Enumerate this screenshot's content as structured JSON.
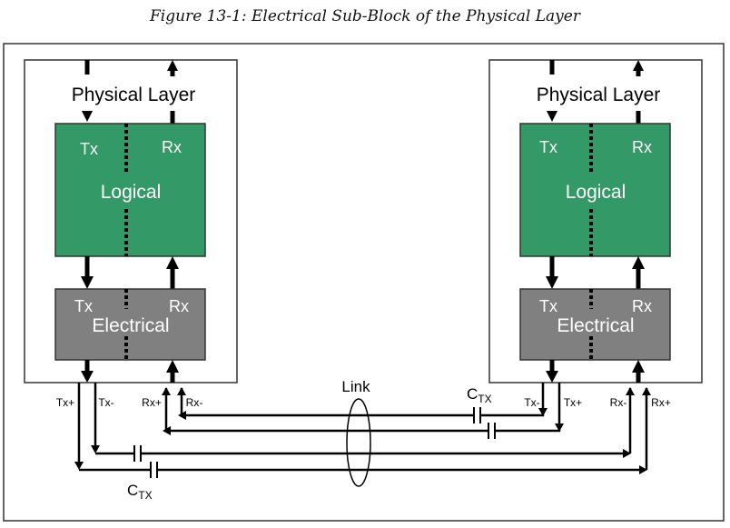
{
  "caption": "Figure 13-1: Electrical Sub-Block of the Physical Layer",
  "colors": {
    "logical_fill": "#339966",
    "electrical_fill": "#808080",
    "line": "#000000",
    "frame": "#333333",
    "block_text": "#ffffff"
  },
  "left_device": {
    "layer_title": "Physical Layer",
    "logical": {
      "label": "Logical",
      "tx": "Tx",
      "rx": "Rx"
    },
    "electrical": {
      "label": "Electrical",
      "tx": "Tx",
      "rx": "Rx"
    },
    "pins": {
      "tx_plus": "Tx+",
      "tx_minus": "Tx-",
      "rx_plus": "Rx+",
      "rx_minus": "Rx-"
    }
  },
  "right_device": {
    "layer_title": "Physical Layer",
    "logical": {
      "label": "Logical",
      "tx": "Tx",
      "rx": "Rx"
    },
    "electrical": {
      "label": "Electrical",
      "tx": "Tx",
      "rx": "Rx"
    },
    "pins": {
      "tx_minus": "Tx-",
      "tx_plus": "Tx+",
      "rx_minus": "Rx-",
      "rx_plus": "Rx+"
    }
  },
  "link_label": "Link",
  "capacitor_label": {
    "main": "C",
    "sub": "TX"
  }
}
